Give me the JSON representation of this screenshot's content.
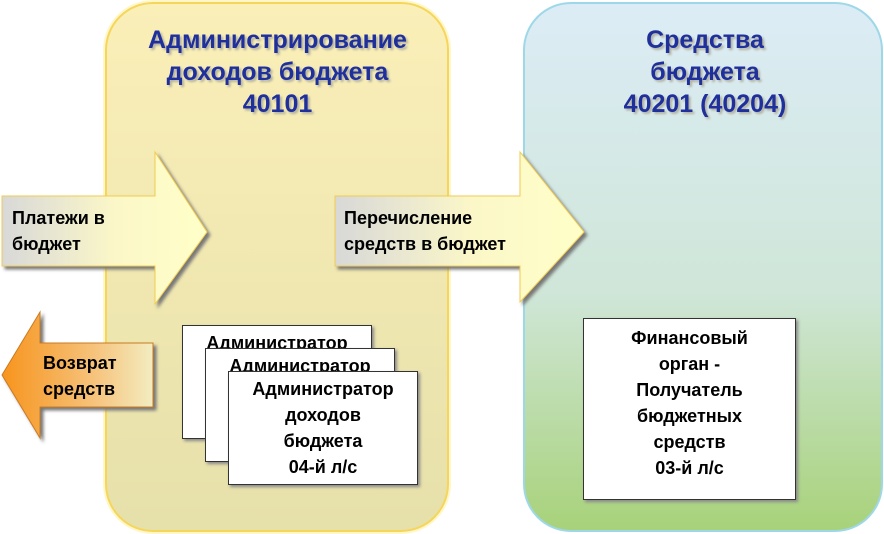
{
  "left_panel": {
    "title_lines": [
      "Администрирование",
      "доходов бюджета",
      "40101"
    ]
  },
  "right_panel": {
    "title_lines": [
      "Средства",
      "бюджета",
      "40201 (40204)"
    ]
  },
  "arrows": {
    "payments": [
      "Платежи в",
      "бюджет"
    ],
    "transfer": [
      "Перечисление",
      "средств в бюджет"
    ],
    "refund": [
      "Возврат",
      "средств"
    ]
  },
  "documents": {
    "admin1": "Администратор",
    "admin2": "Администратор",
    "admin3": [
      "Администратор",
      "доходов",
      "бюджета",
      "04-й л/с"
    ],
    "finance": [
      "Финансовый",
      "орган -",
      "Получатель",
      "бюджетных",
      "средств",
      "03-й л/с"
    ]
  },
  "colors": {
    "title": "#1f2f9c",
    "refund_arrow": "#f7941d"
  }
}
